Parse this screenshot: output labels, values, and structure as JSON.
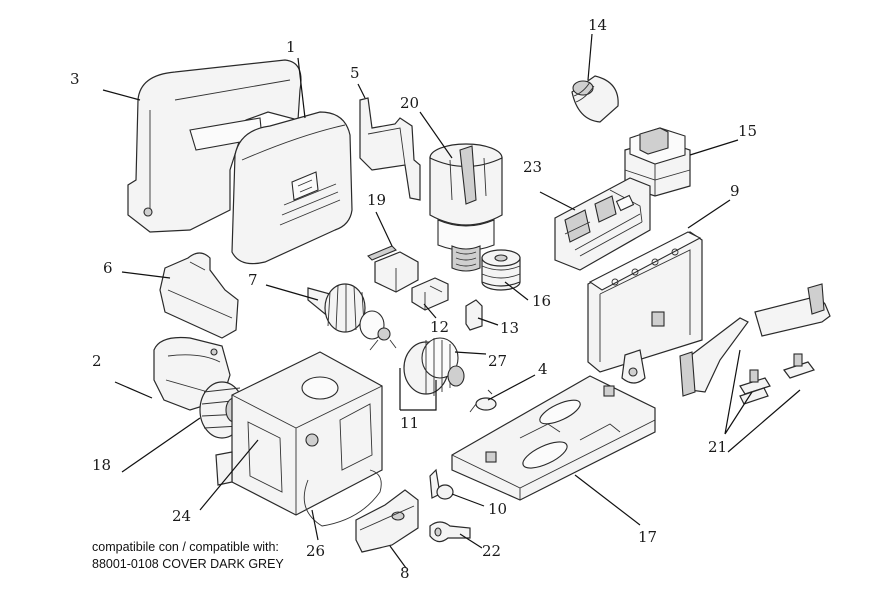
{
  "callouts": [
    "1",
    "2",
    "3",
    "4",
    "5",
    "6",
    "7",
    "8",
    "9",
    "10",
    "11",
    "12",
    "13",
    "14",
    "15",
    "16",
    "17",
    "18",
    "19",
    "20",
    "21",
    "22",
    "23",
    "24",
    "26",
    "27"
  ],
  "compatibility_note": {
    "line1": "compatibile con / compatible with:",
    "line2": "88001-0108 COVER DARK GREY"
  }
}
